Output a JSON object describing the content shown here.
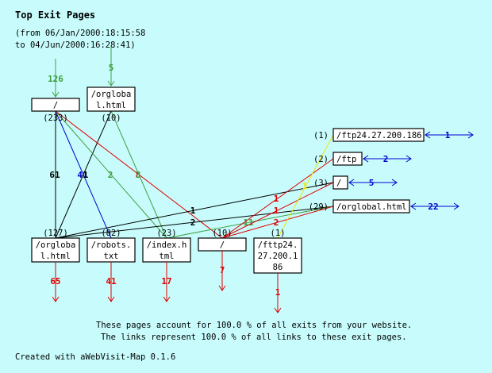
{
  "header": {
    "title": "Top Exit Pages",
    "range_line1": "(from 06/Jan/2000:18:15:58",
    "range_line2": "to 04/Jun/2000:16:28:41)"
  },
  "colors": {
    "background": "#c8fcfc",
    "entry": "#40a040",
    "exit": "#e00000",
    "external": "#0000d0",
    "black": "#000000",
    "yellow": "#e8e800"
  },
  "top_nodes": [
    {
      "id": "t0",
      "lines": [
        "/"
      ],
      "count": "(233)",
      "entry": "126"
    },
    {
      "id": "t1",
      "lines": [
        "/orgloba",
        "l.html"
      ],
      "count": "(10)",
      "entry": "5"
    }
  ],
  "bottom_nodes": [
    {
      "id": "b0",
      "lines": [
        "/orgloba",
        "l.html"
      ],
      "count": "(127)",
      "exit": "65"
    },
    {
      "id": "b1",
      "lines": [
        "/robots.",
        "txt"
      ],
      "count": "(82)",
      "exit": "41"
    },
    {
      "id": "b2",
      "lines": [
        "/index.h",
        "tml"
      ],
      "count": "(23)",
      "exit": "17"
    },
    {
      "id": "b3",
      "lines": [
        "/"
      ],
      "count": "(10)",
      "exit": "7"
    },
    {
      "id": "b4",
      "lines": [
        "/fttp24.",
        "27.200.1",
        "86"
      ],
      "count": "(1)",
      "exit": "1"
    }
  ],
  "right_nodes": [
    {
      "id": "r0",
      "label": "/ftp24.27.200.186",
      "count": "(1)",
      "external": "1"
    },
    {
      "id": "r1",
      "label": "/ftp",
      "count": "(2)",
      "external": "2"
    },
    {
      "id": "r2",
      "label": "/",
      "count": "(3)",
      "external": "5"
    },
    {
      "id": "r3",
      "label": "/orglobal.html",
      "count": "(29)",
      "external": "22"
    }
  ],
  "links": [
    {
      "from": "t0",
      "to": "b0",
      "value": "61",
      "color": "black"
    },
    {
      "from": "t0",
      "to": "b1",
      "value": "41",
      "color": "external"
    },
    {
      "from": "t1",
      "to": "b0",
      "value": "1",
      "color": "black"
    },
    {
      "from": "t0",
      "to": "b2",
      "value": "2",
      "color": "entry"
    },
    {
      "from": "t0",
      "to": "b3",
      "value": "8",
      "color": "exit"
    },
    {
      "from": "t1",
      "to": "b2",
      "value": "3",
      "color": "entry"
    },
    {
      "from": "b0",
      "to": "r2",
      "value": "1",
      "color": "black"
    },
    {
      "from": "b0",
      "to": "r3",
      "value": "2",
      "color": "black"
    },
    {
      "from": "b2",
      "to": "r3",
      "value": "11",
      "color": "entry"
    },
    {
      "from": "b3",
      "to": "r1",
      "value": "1",
      "color": "exit"
    },
    {
      "from": "b3",
      "to": "r2",
      "value": "1",
      "color": "exit"
    },
    {
      "from": "b3",
      "to": "r3",
      "value": "2",
      "color": "exit"
    },
    {
      "from": "b4",
      "to": "r0",
      "value": "1",
      "color": "yellow"
    }
  ],
  "footer": {
    "line1": "These pages account for 100.0 % of all exits from your website.",
    "line2": "The links represent 100.0 % of all links to these exit pages.",
    "credit": "Created with aWebVisit-Map 0.1.6"
  }
}
